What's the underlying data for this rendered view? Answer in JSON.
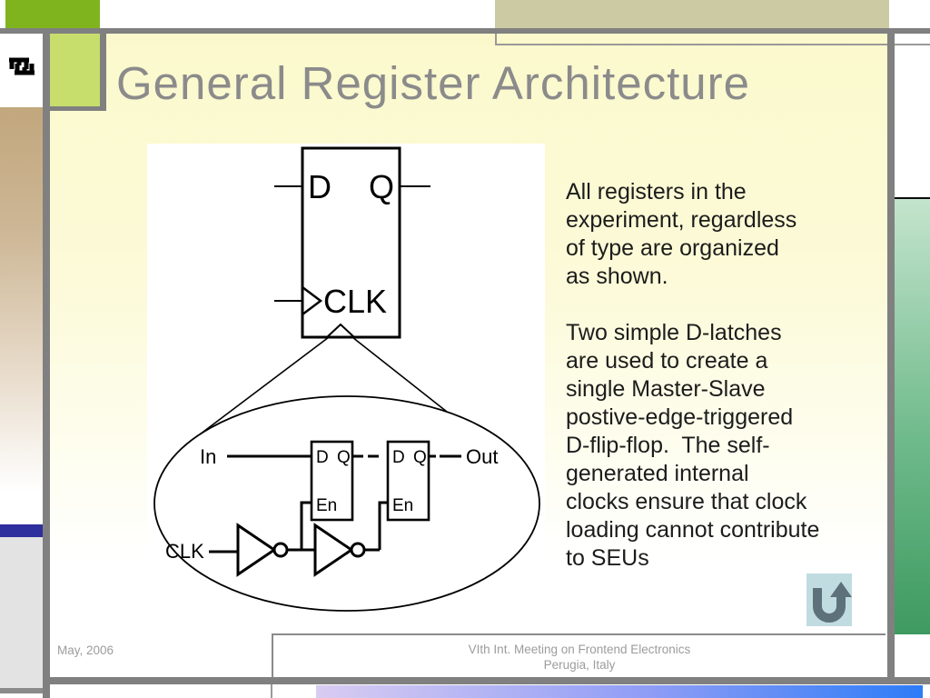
{
  "slide": {
    "title": "General Register Architecture",
    "paragraph1": "All registers in the\nexperiment, regardless\nof type are organized\nas shown.",
    "paragraph2": "Two simple D-latches\nare used to create a\nsingle Master-Slave\npostive-edge-triggered\nD-flip-flop.  The self-\ngenerated internal\nclocks ensure that clock\nloading cannot contribute\nto SEUs"
  },
  "diagram": {
    "flipflop": {
      "d": "D",
      "q": "Q",
      "clk": "CLK"
    },
    "detail": {
      "in": "In",
      "out": "Out",
      "clk": "CLK",
      "latch1": {
        "d": "D",
        "q": "Q",
        "en": "En"
      },
      "latch2": {
        "d": "D",
        "q": "Q",
        "en": "En"
      }
    }
  },
  "footer": {
    "date": "May, 2006",
    "conference": "VIth Int. Meeting on Frontend Electronics",
    "location": "Perugia, Italy"
  },
  "icons": {
    "logo": "fermilab-logo",
    "return_button": "u-turn-arrow"
  },
  "colors": {
    "slide_bg_top": "#fbf9cc",
    "title_gray": "#8b8b8b",
    "top_accent_green": "#7fb41e",
    "corner_square_green": "#c7de6c",
    "khaki_bar": "#cbcaa2",
    "tan_strip": "#c2a77d",
    "navy_bar": "#2f2f9d",
    "frame_gray": "#808080",
    "right_strip_top": "#c4e4cd",
    "right_strip_bottom": "#3e9a60",
    "bottom_bar_left": "#d9ccf2",
    "bottom_bar_right": "#2d7cf7",
    "return_bg": "#c1dce1",
    "return_arrow": "#5c717a"
  }
}
